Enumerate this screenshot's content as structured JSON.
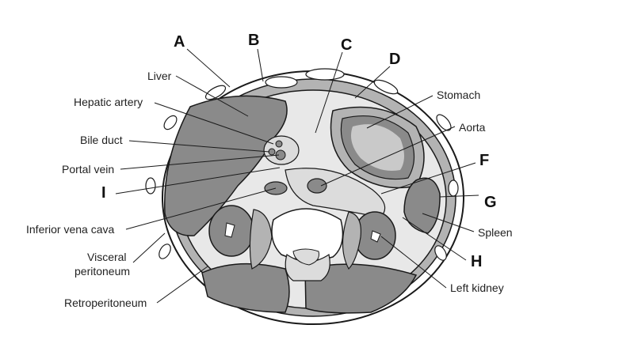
{
  "labels": {
    "liver": "Liver",
    "hepatic_artery": "Hepatic artery",
    "bile_duct": "Bile duct",
    "portal_vein": "Portal vein",
    "inferior_vena_cava": "Inferior vena cava",
    "visceral_peritoneum_1": "Visceral",
    "visceral_peritoneum_2": "peritoneum",
    "retroperitoneum": "Retroperitoneum",
    "stomach": "Stomach",
    "aorta": "Aorta",
    "spleen": "Spleen",
    "left_kidney": "Left kidney"
  },
  "letters": {
    "a": "A",
    "b": "B",
    "c": "C",
    "d": "D",
    "f": "F",
    "g": "G",
    "h": "H",
    "i": "I"
  },
  "colors": {
    "outline": "#1a1a1a",
    "organ_dark": "#8a8a8a",
    "organ_mid": "#b3b3b3",
    "tissue_light": "#dcdcdc",
    "background": "#ffffff"
  }
}
